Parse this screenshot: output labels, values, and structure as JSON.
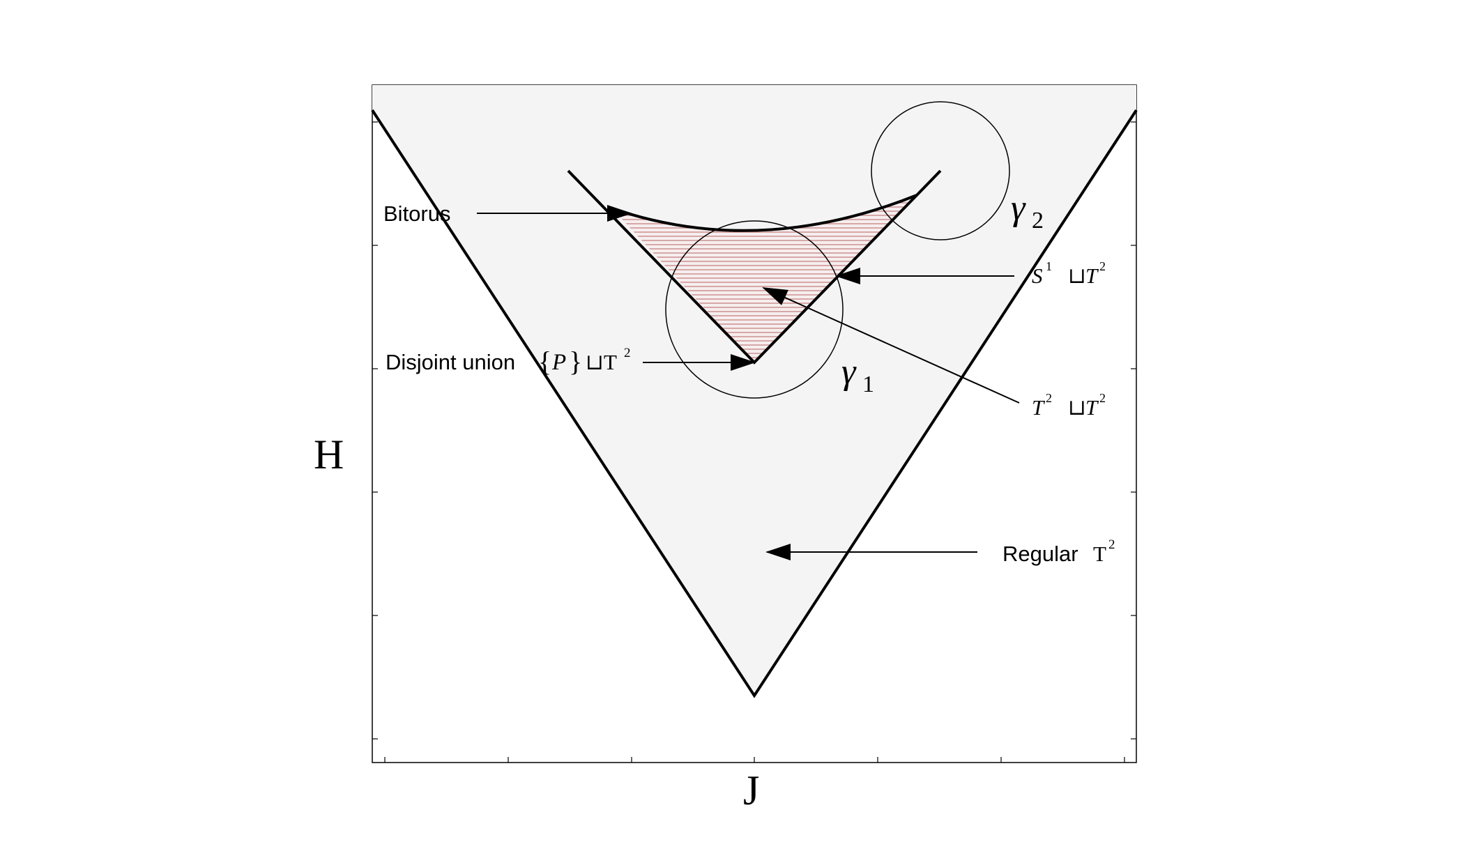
{
  "labels": {
    "bitorus": "Bitorus",
    "disjoint_union_text": "Disjoint union",
    "disjoint_union_math_a": "{",
    "disjoint_union_math_p": "P",
    "disjoint_union_math_b": "}",
    "disjoint_union_math_c": "⊔T",
    "disjoint_union_sup": "2",
    "gamma1": "γ",
    "gamma1_sub": "1",
    "gamma2": "γ",
    "gamma2_sub": "2",
    "s1t2_s": "S",
    "s1t2_s_sup": "1",
    "s1t2_union": "⊔",
    "s1t2_t": "T",
    "s1t2_t_sup": "2",
    "t2t2_t1": "T",
    "t2t2_t1_sup": "2",
    "t2t2_union": "⊔",
    "t2t2_t2": "T",
    "t2t2_t2_sup": "2",
    "regular_text": "Regular",
    "regular_math": "T",
    "regular_sup": "2",
    "axis_y": "H",
    "axis_x": "J"
  },
  "colors": {
    "background": "#ffffff",
    "region_fill": "#f4f4f4",
    "hatch": "#c98a8a",
    "stroke": "#000000"
  }
}
